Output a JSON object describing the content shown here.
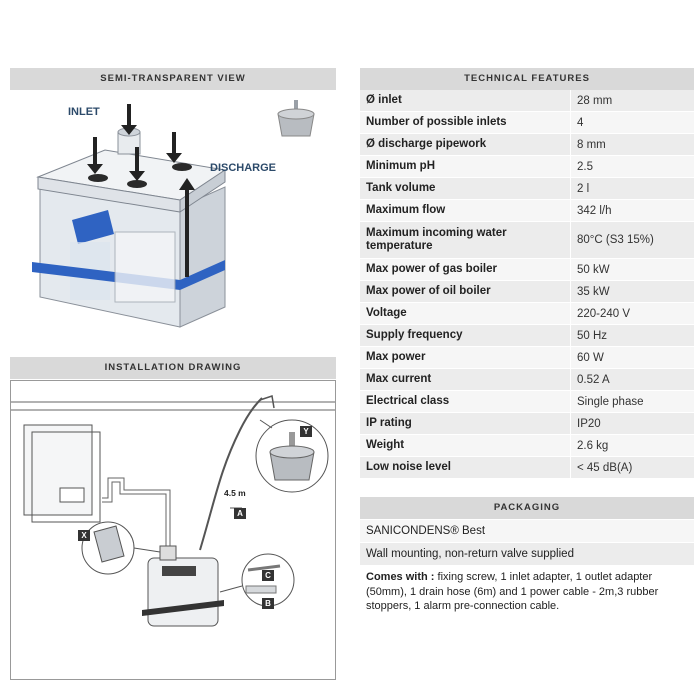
{
  "sections": {
    "semi_view": "SEMI-TRANSPARENT VIEW",
    "installation": "INSTALLATION DRAWING",
    "technical": "TECHNICAL FEATURES",
    "packaging": "PACKAGING"
  },
  "view_labels": {
    "inlet": "INLET",
    "discharge": "DISCHARGE"
  },
  "drawing_labels": {
    "length": "4.5 m",
    "a": "A",
    "b": "B",
    "c": "C",
    "x": "X",
    "y": "Y"
  },
  "specs": [
    {
      "label": "Ø inlet",
      "value": "28 mm"
    },
    {
      "label": "Number of possible inlets",
      "value": "4"
    },
    {
      "label": "Ø discharge pipework",
      "value": "8 mm"
    },
    {
      "label": "Minimum pH",
      "value": "2.5"
    },
    {
      "label": "Tank volume",
      "value": "2 l"
    },
    {
      "label": "Maximum flow",
      "value": "342 l/h"
    },
    {
      "label": "Maximum incoming water temperature",
      "value": "80°C (S3 15%)"
    },
    {
      "label": "Max power of gas boiler",
      "value": "50 kW"
    },
    {
      "label": "Max power of oil boiler",
      "value": "35 kW"
    },
    {
      "label": "Voltage",
      "value": "220-240 V"
    },
    {
      "label": "Supply frequency",
      "value": "50 Hz"
    },
    {
      "label": "Max power",
      "value": "60 W"
    },
    {
      "label": "Max current",
      "value": "0.52 A"
    },
    {
      "label": "Electrical class",
      "value": "Single phase"
    },
    {
      "label": "IP rating",
      "value": "IP20"
    },
    {
      "label": "Weight",
      "value": "2.6 kg"
    },
    {
      "label": "Low noise level",
      "value": "< 45 dB(A)"
    }
  ],
  "packaging": {
    "product": "SANICONDENS® Best",
    "mounting": "Wall mounting, non-return valve supplied",
    "comes_with_label": "Comes with :",
    "comes_with_text": " fixing screw, 1 inlet adapter, 1 outlet adapter (50mm), 1 drain hose (6m) and 1 power cable - 2m,3 rubber stoppers, 1 alarm pre-connection cable."
  }
}
